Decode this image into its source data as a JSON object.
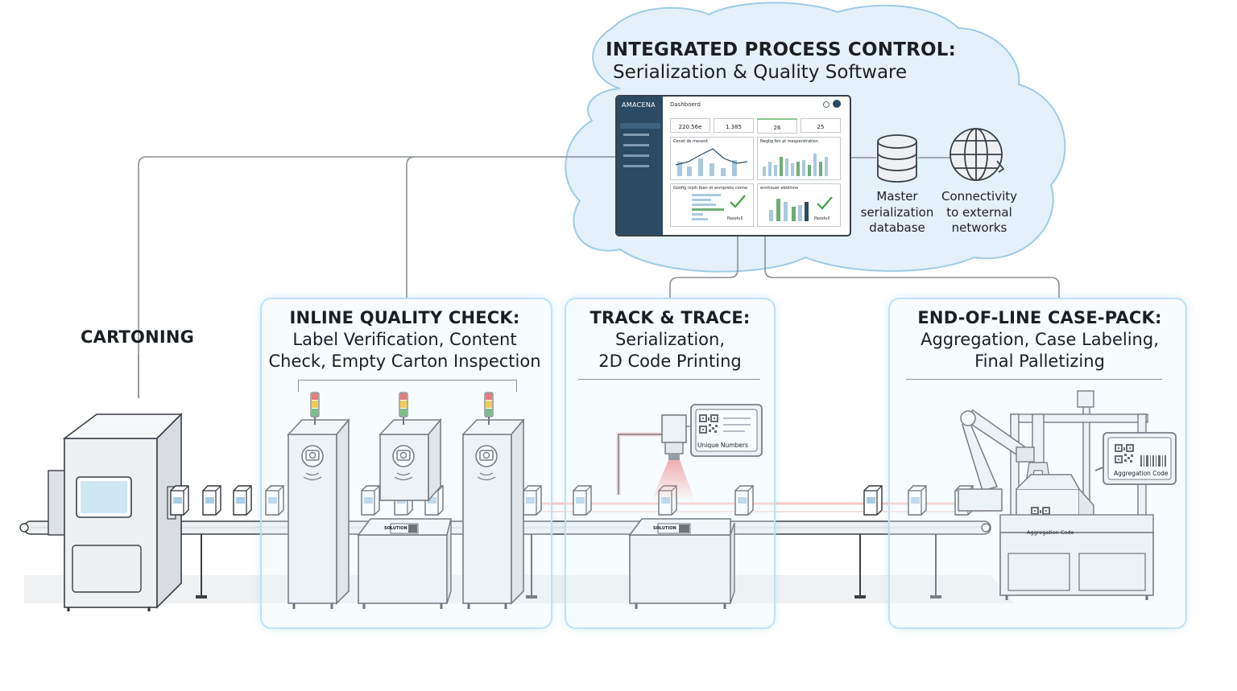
{
  "cloud": {
    "title": "INTEGRATED PROCESS CONTROL:",
    "subtitle": "Serialization & Quality Software",
    "database_label": [
      "Master",
      "serialization",
      "database"
    ],
    "network_label": [
      "Connectivity",
      "to external",
      "networks"
    ]
  },
  "dashboard": {
    "brand": "AMACENA",
    "title": "Dashboerd",
    "kpis": [
      "220.56e",
      "1.385",
      "26",
      "25"
    ],
    "panel_titles": [
      "Conet de mesent",
      "Neglig fen at mesperstration",
      "Goofig nijoh fean ot enmpreto conne",
      "ennhouer ebidinne"
    ],
    "pass_labels": [
      "Pasofull",
      "Pasofull"
    ],
    "sidebar_items": 5,
    "accent": "#2b4a63"
  },
  "sections": {
    "cartoning": {
      "title": "CARTONING"
    },
    "inline_quality": {
      "title": "INLINE QUALITY CHECK:",
      "lines": [
        "Label Verification, Content",
        "Check, Empty Carton Inspection"
      ]
    },
    "track_trace": {
      "title": "TRACK & TRACE:",
      "lines": [
        "Serialization,",
        "2D Code Printing"
      ]
    },
    "end_of_line": {
      "title": "END-OF-LINE CASE-PACK:",
      "lines": [
        "Aggregation, Case Labeling,",
        "Final Palletizing"
      ]
    }
  },
  "labels": {
    "unique_numbers": "Unique Numbers",
    "aggregation_code_screen": "Aggregation Code",
    "aggregation_code_case": "Aggregation Code",
    "machine_logo": [
      "SOLUTION",
      "SOLUTION"
    ]
  },
  "colors": {
    "box_border": "#bfe1f3",
    "cloud_fill": "#e4f1fa",
    "laser": "#f05a5a",
    "signal_red": "#e53935",
    "signal_amber": "#f5b400",
    "signal_green": "#43a047",
    "machine_fill": "#eef0f2",
    "outline": "#3a3f45"
  }
}
